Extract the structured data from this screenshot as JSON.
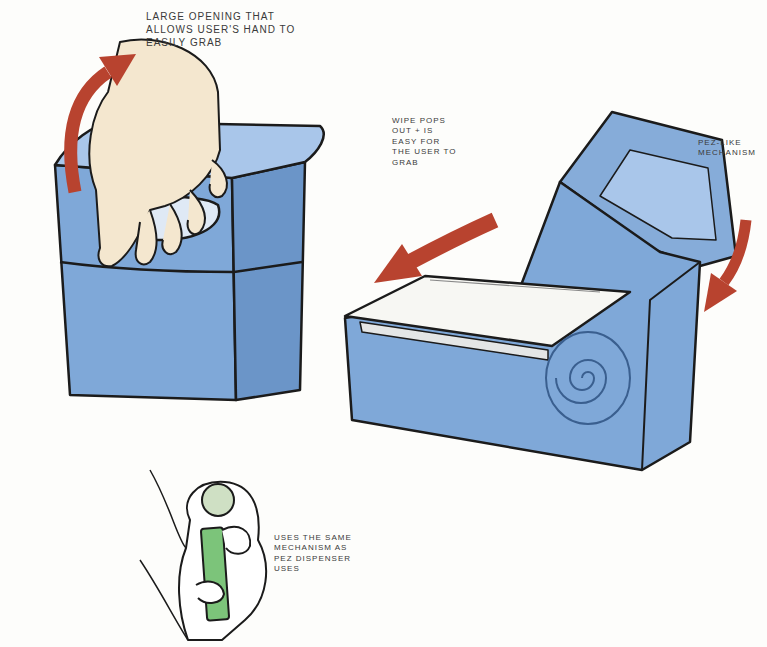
{
  "diagram": {
    "labels": [
      "LARGE OPENING THAT ALLOWS USER'S HAND TO EASILY GRAB",
      "WIPE POPS OUT + IS EASY FOR THE USER TO GRAB",
      "PEZ-LIKE MECHANISM",
      "USES THE SAME MECHANISM AS PEZ DISPENSER USES"
    ]
  }
}
